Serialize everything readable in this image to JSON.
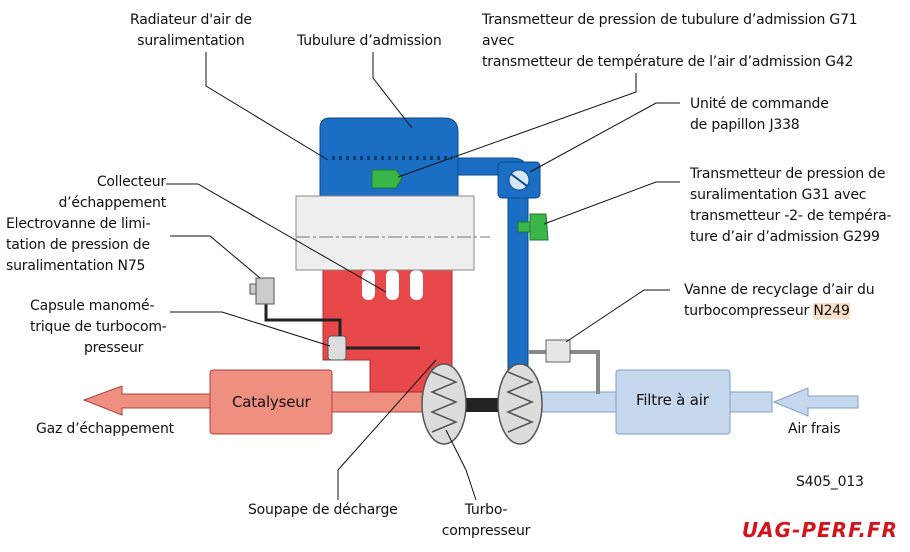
{
  "labels": {
    "radiateur": [
      "Radiateur d'air de",
      "suralimentation"
    ],
    "tubulure": "Tubulure d’admission",
    "g71": [
      "Transmetteur de pression de tubulure d’admission G71",
      "avec",
      "transmetteur de température de l’air d’admission G42"
    ],
    "j338": [
      "Unité de commande",
      "de papillon J338"
    ],
    "g31": [
      "Transmetteur de pression de",
      "suralimentation G31 avec",
      "transmetteur -2- de tempéra-",
      "ture d’air d’admission G299"
    ],
    "n249": [
      "Vanne de recyclage d’air du"
    ],
    "n249_prefix": "turbocompresseur ",
    "n249_code": "N249",
    "collecteur": [
      "Collecteur",
      "d’échappement"
    ],
    "n75": [
      "Electrovanne de limi-",
      "tation de pression de",
      "suralimentation N75"
    ],
    "capsule": [
      "Capsule manomé-",
      "trique de turbocom-",
      "presseur"
    ],
    "gaz": "Gaz d’échappement",
    "catalyseur": "Catalyseur",
    "filtre": "Filtre à air",
    "air": "Air frais",
    "soupape": "Soupape de décharge",
    "turbo": [
      "Turbo-",
      "compresseur"
    ],
    "code": "S405_013"
  },
  "logo": "UAG-PERF.FR",
  "colors": {
    "intake_blue": "#1a6fc4",
    "exhaust_red": "#e8484a",
    "exhaust_light": "#ef8f80",
    "fresh_air": "#c6d8ee",
    "sensor_green": "#39b54a",
    "highlight": "#fbe0c7",
    "logo_red": "#d4141c"
  }
}
